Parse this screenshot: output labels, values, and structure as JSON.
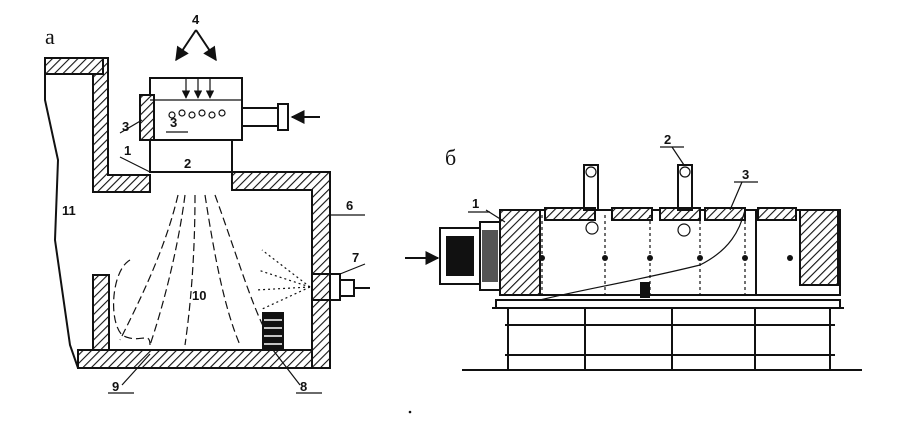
{
  "panels": [
    {
      "id": "a",
      "label": "а",
      "callouts": [
        "1",
        "2",
        "3",
        "3",
        "4",
        "6",
        "7",
        "8",
        "9",
        "10",
        "11"
      ]
    },
    {
      "id": "b",
      "label": "б",
      "callouts": [
        "1",
        "2",
        "3"
      ]
    }
  ],
  "colors": {
    "ink": "#111111",
    "paper": "#ffffff"
  },
  "icons": [
    "arrow-right-icon",
    "arrow-down-icon"
  ]
}
